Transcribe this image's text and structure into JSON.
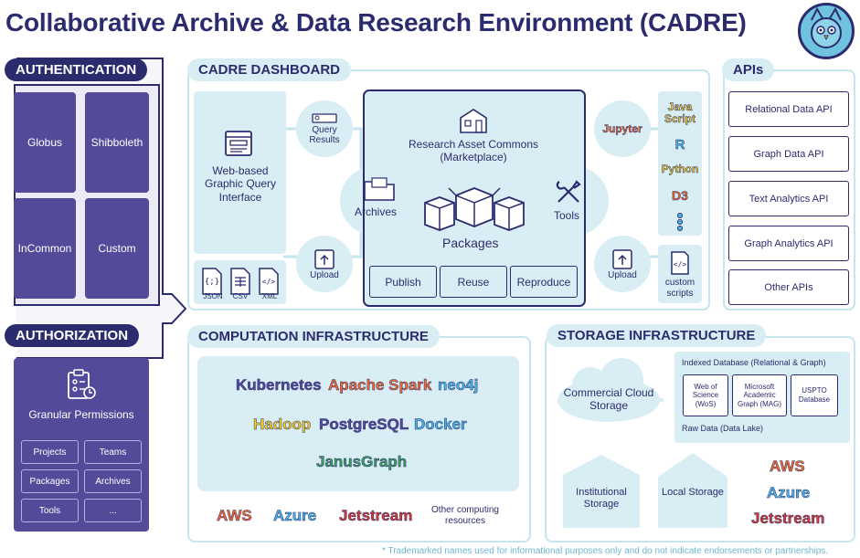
{
  "title": "Collaborative Archive & Data Research Environment (CADRE)",
  "authentication": {
    "heading": "AUTHENTICATION",
    "providers": [
      "Globus",
      "Shibboleth",
      "InCommon",
      "Custom"
    ]
  },
  "authorization": {
    "heading": "AUTHORIZATION",
    "permissions_label": "Granular Permissions",
    "items": [
      "Projects",
      "Teams",
      "Packages",
      "Archives",
      "Tools",
      "..."
    ]
  },
  "dashboard": {
    "heading": "CADRE DASHBOARD",
    "query_interface": "Web-based Graphic Query Interface",
    "file_labels": [
      "JSON",
      "CSV",
      "XML"
    ],
    "query_results": "Query Results",
    "upload_left": "Upload",
    "commons": "Research Asset Commons (Marketplace)",
    "archives": "Archives",
    "tools": "Tools",
    "packages": "Packages",
    "actions": [
      "Publish",
      "Reuse",
      "Reproduce"
    ],
    "jupyter": "Jupyter",
    "languages": [
      "Java Script",
      "R",
      "Python",
      "D3"
    ],
    "upload_right": "Upload",
    "custom_scripts": "custom scripts"
  },
  "apis": {
    "heading": "APIs",
    "items": [
      "Relational Data API",
      "Graph Data API",
      "Text Analytics API",
      "Graph Analytics API",
      "Other APIs"
    ]
  },
  "computation": {
    "heading": "COMPUTATION INFRASTRUCTURE",
    "tools": [
      "Kubernetes",
      "Apache Spark",
      "neo4j",
      "Hadoop",
      "PostgreSQL",
      "Docker",
      "JanusGraph"
    ],
    "providers": [
      "AWS",
      "Azure",
      "Jetstream"
    ],
    "other": "Other computing resources"
  },
  "storage": {
    "heading": "STORAGE INFRASTRUCTURE",
    "cloud": "Commercial Cloud Storage",
    "indexed": "Indexed Database (Relational & Graph)",
    "databases": [
      "Web of Science (WoS)",
      "Microsoft Academic Graph (MAG)",
      "USPTO Database"
    ],
    "raw": "Raw Data (Data Lake)",
    "institutional": "Institutional Storage",
    "local": "Local Storage",
    "providers": [
      "AWS",
      "Azure",
      "Jetstream"
    ]
  },
  "footnote": "* Trademarked names used for informational purposes only and do not indicate endorsements or partnerships.",
  "colors": {
    "navy": "#2b2c6e",
    "purple": "#534a99",
    "light_blue": "#d8eef4",
    "frame_blue": "#c5e6ee",
    "orange": "#f26b2a",
    "yellow": "#f7d21c",
    "sky": "#49b7e5",
    "red": "#d73b2e"
  }
}
